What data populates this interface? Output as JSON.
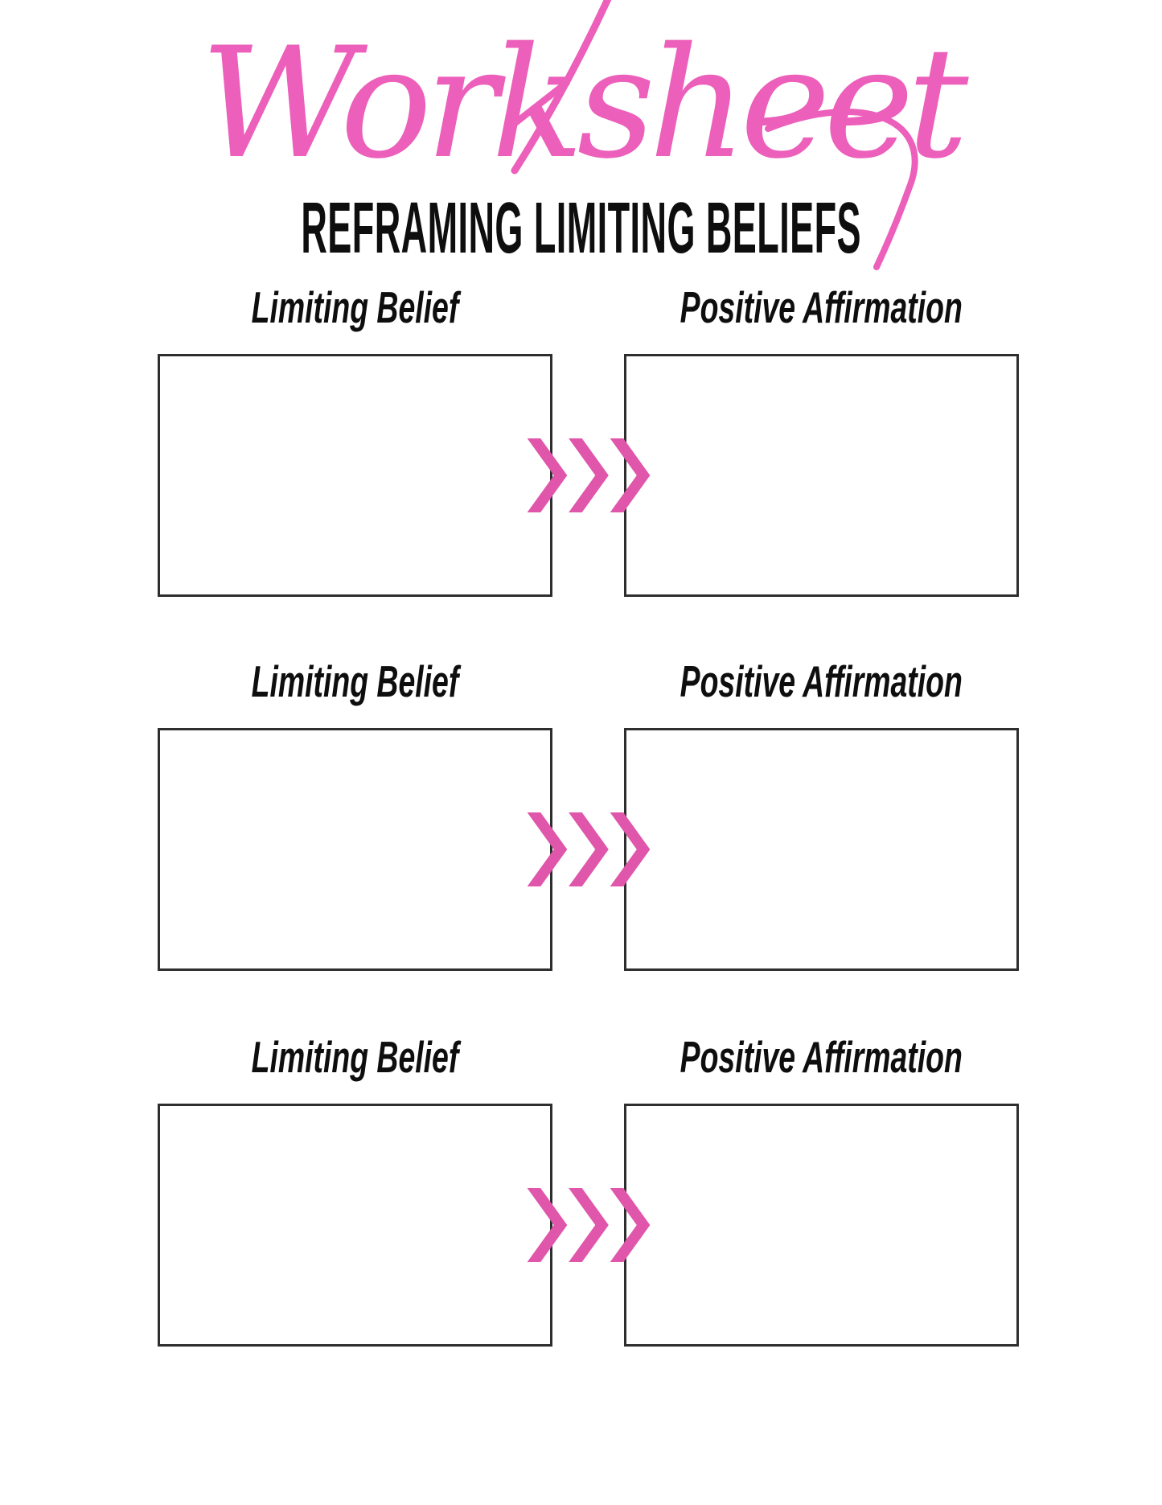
{
  "header": {
    "script_title": "Worksheet",
    "title": "REFRAMING LIMITING BELIEFS"
  },
  "rows": [
    {
      "left_label": "Limiting Belief",
      "right_label": "Positive Affirmation"
    },
    {
      "left_label": "Limiting Belief",
      "right_label": "Positive Affirmation"
    },
    {
      "left_label": "Limiting Belief",
      "right_label": "Positive Affirmation"
    }
  ],
  "icons": {
    "arrow": "triple-chevron-right"
  },
  "colors": {
    "script_pink": "#EC5FBA",
    "chevron_pink": "#DF56AB",
    "box_border": "#2E2E2E",
    "text": "#0E0E0E",
    "background": "#FFFFFF"
  }
}
